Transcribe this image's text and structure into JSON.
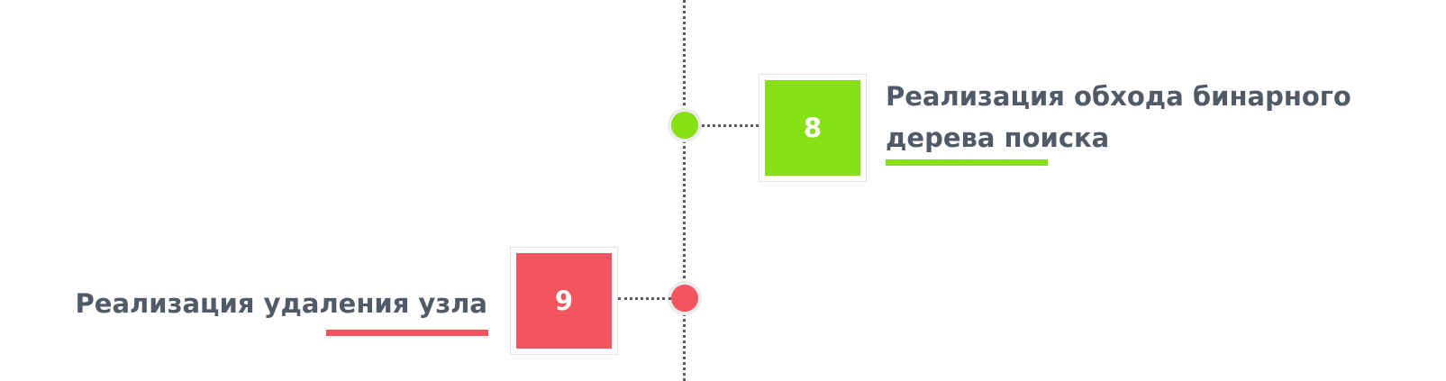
{
  "colors": {
    "step8_accent": "#86e013",
    "step9_accent": "#f2555d",
    "title_text": "#505a68",
    "axis": "#5a5a5a"
  },
  "steps": [
    {
      "number": "8",
      "title_line1": "Реализация обхода бинарного",
      "title_line2": "дерева поиска",
      "side": "right"
    },
    {
      "number": "9",
      "title_line1": "Реализация удаления узла",
      "side": "left"
    }
  ]
}
